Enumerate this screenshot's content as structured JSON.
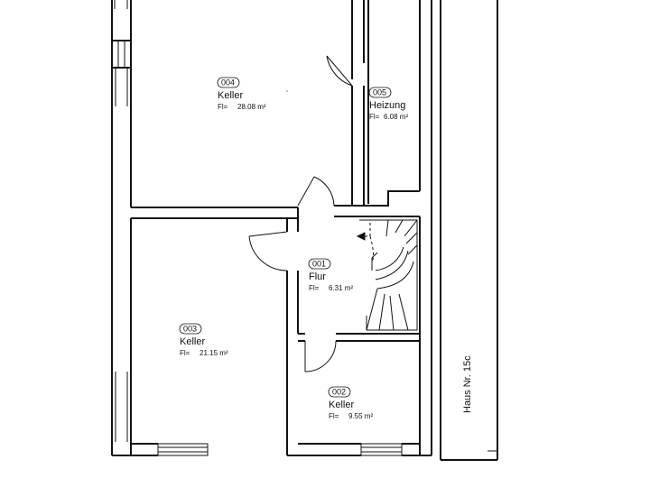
{
  "rooms": [
    {
      "id": "004",
      "name": "Keller",
      "area_label": "Fl=",
      "area": "28.08 m²"
    },
    {
      "id": "005",
      "name": "Heizung",
      "area_label": "Fl=",
      "area": "6.08 m²"
    },
    {
      "id": "001",
      "name": "Flur",
      "area_label": "Fl=",
      "area": "6.31 m²"
    },
    {
      "id": "003",
      "name": "Keller",
      "area_label": "Fl=",
      "area": "21.15 m²"
    },
    {
      "id": "002",
      "name": "Keller",
      "area_label": "Fl=",
      "area": "9.55 m²"
    }
  ],
  "neighbor_label": "Haus Nr. 15c",
  "colors": {
    "wall": "#111111",
    "background": "#ffffff",
    "hatch": "#555555"
  }
}
